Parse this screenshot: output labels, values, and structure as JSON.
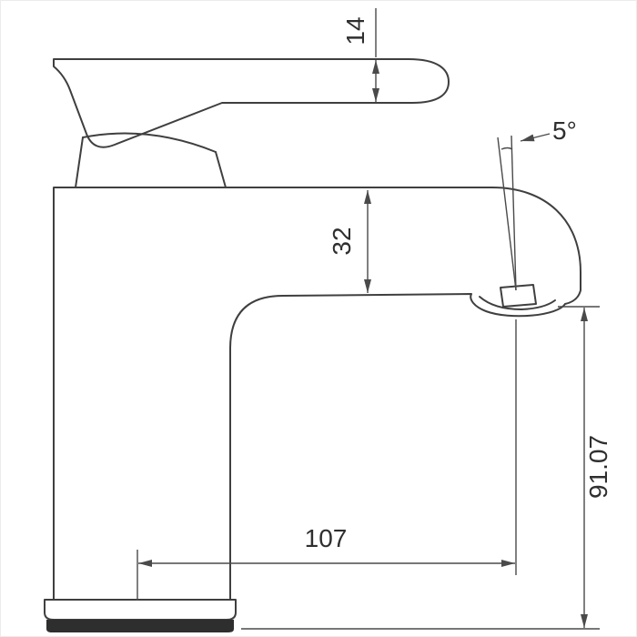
{
  "drawing": {
    "kind": "dimensioned technical drawing of a basin mixer tap (side elevation)",
    "line_color": "#3f3f3f",
    "dimension_color": "#4a4a4a",
    "background_color": "#ffffff",
    "dimensions": {
      "lever_thickness": "14",
      "spout_angle": "5°",
      "body_top_to_spout_drop": "32",
      "outlet_to_base_height": "91.07",
      "base_to_outlet_reach": "107"
    }
  }
}
